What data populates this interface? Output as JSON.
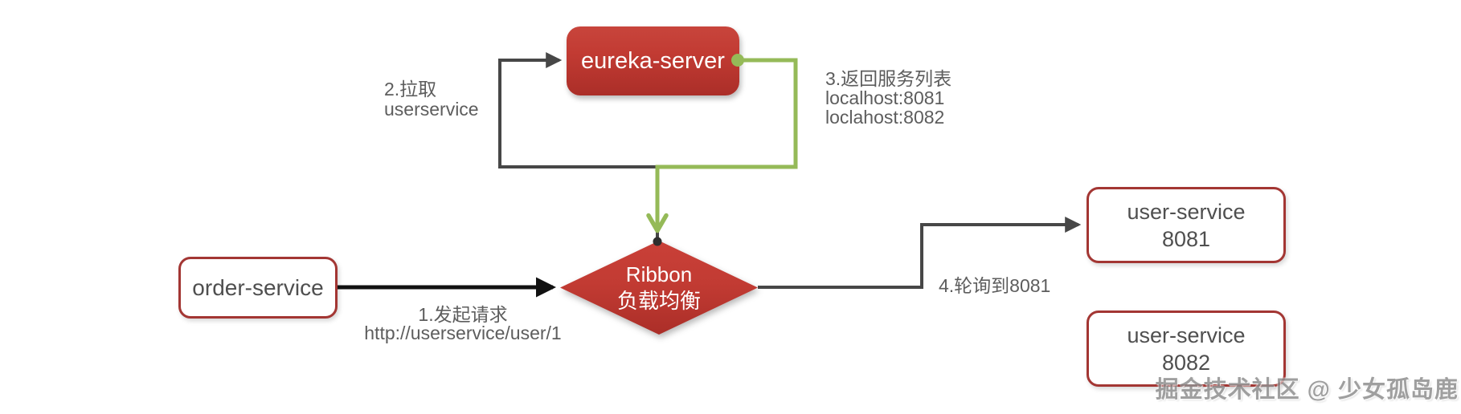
{
  "diagram": {
    "nodes": {
      "eureka": {
        "label": "eureka-server"
      },
      "order": {
        "label": "order-service"
      },
      "ribbon": {
        "line1": "Ribbon",
        "line2": "负载均衡"
      },
      "user1": {
        "line1": "user-service",
        "line2": "8081"
      },
      "user2": {
        "line1": "user-service",
        "line2": "8082"
      }
    },
    "labels": {
      "step1": {
        "line1": "1.发起请求",
        "line2": "http://userservice/user/1"
      },
      "step2": {
        "line1": "2.拉取",
        "line2": "userservice"
      },
      "step3": {
        "line1": "3.返回服务列表",
        "line2": "localhost:8081",
        "line3": "loclahost:8082"
      },
      "step4": {
        "text": "4.轮询到8081"
      }
    },
    "watermark": "掘金技术社区 @ 少女孤岛鹿",
    "colors": {
      "node_red": "#c23b33",
      "node_red_dark": "#ab2e28",
      "outline_red": "#a33633",
      "line_dark": "#474747",
      "line_black": "#111111",
      "line_green": "#95ba58",
      "text_gray": "#5d5d5d",
      "text_white": "#ffffff",
      "watermark_gray": "#8f8f8f"
    }
  }
}
